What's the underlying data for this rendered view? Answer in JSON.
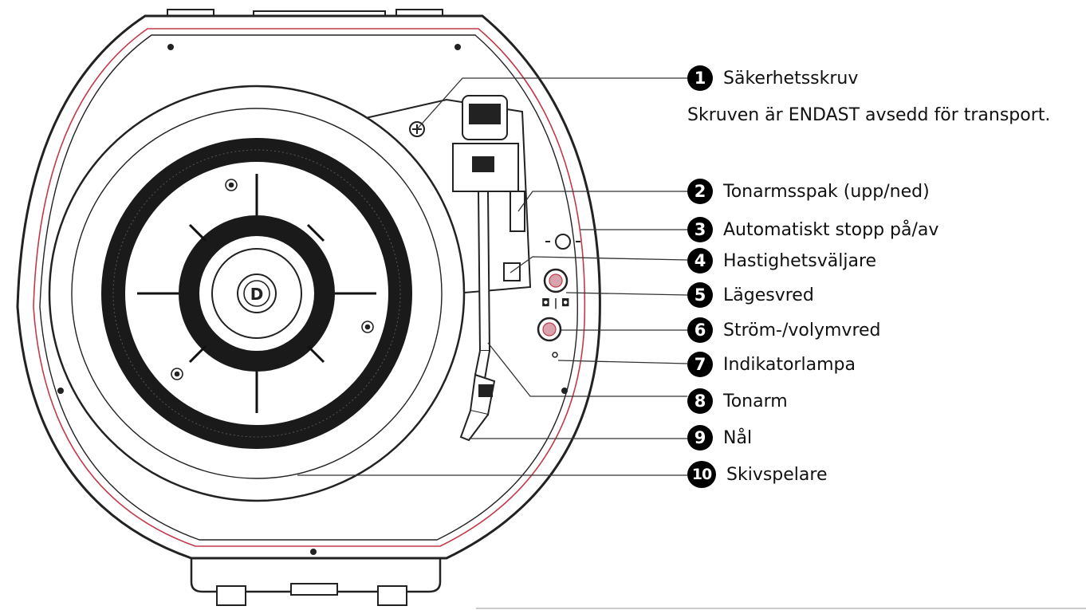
{
  "callouts": [
    {
      "number": "1",
      "label": "Säkerhetsskruv"
    },
    {
      "number": "2",
      "label": "Tonarmsspak (upp/ned)"
    },
    {
      "number": "3",
      "label": "Automatiskt stopp på/av"
    },
    {
      "number": "4",
      "label": "Hastighetsväljare"
    },
    {
      "number": "5",
      "label": "Lägesvred"
    },
    {
      "number": "6",
      "label": "Ström-/volymvred"
    },
    {
      "number": "7",
      "label": "Indikatorlampa"
    },
    {
      "number": "8",
      "label": "Tonarm"
    },
    {
      "number": "9",
      "label": "Nål"
    },
    {
      "number": "10",
      "label": "Skivspelare"
    }
  ],
  "note": "Skruven är ENDAST avsedd för transport.",
  "colors": {
    "line": "#222222",
    "accent_ring": "#c23a4a",
    "badge": "#000000"
  }
}
